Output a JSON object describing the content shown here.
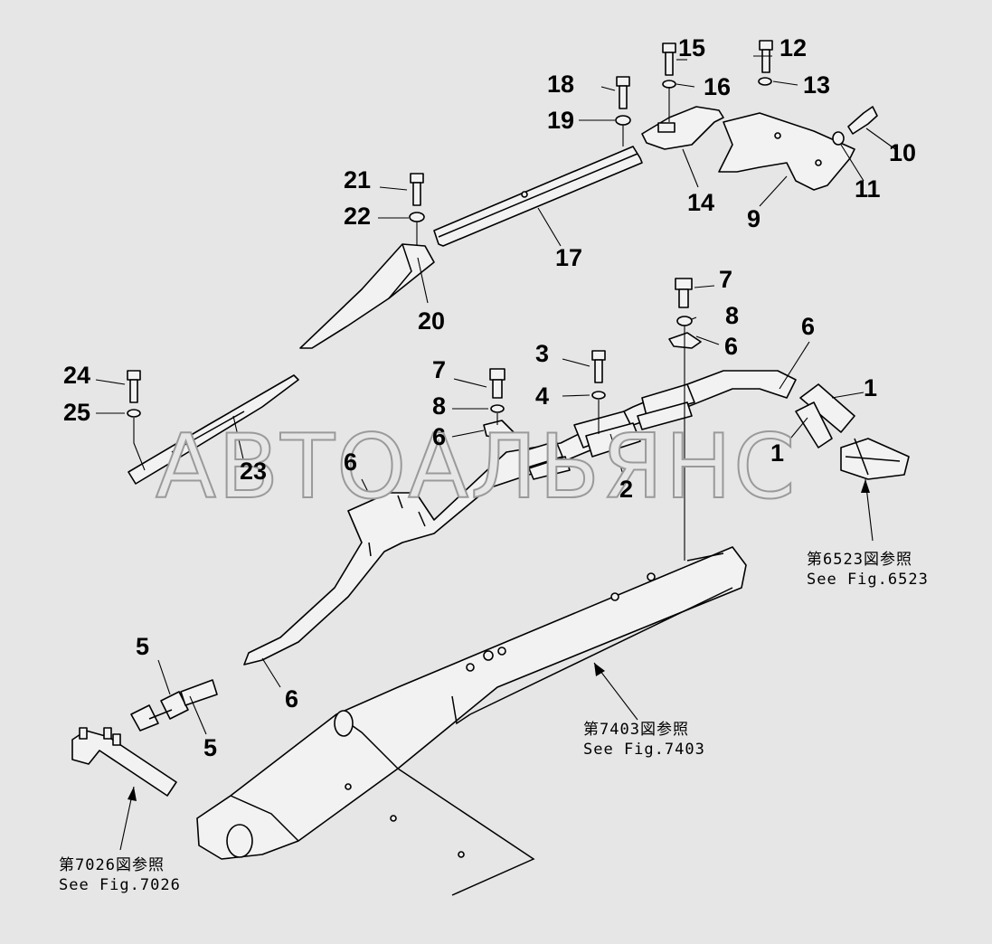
{
  "watermark": "АВТОАЛЬЯНС",
  "callouts": [
    "1",
    "1",
    "2",
    "3",
    "4",
    "5",
    "5",
    "6",
    "6",
    "6",
    "6",
    "6",
    "7",
    "7",
    "8",
    "8",
    "9",
    "10",
    "11",
    "12",
    "13",
    "14",
    "15",
    "16",
    "17",
    "18",
    "19",
    "20",
    "21",
    "22",
    "23",
    "24",
    "25"
  ],
  "references": {
    "fig6523": {
      "jp": "第6523図参照",
      "en": "See Fig.6523"
    },
    "fig7403": {
      "jp": "第7403図参照",
      "en": "See Fig.7403"
    },
    "fig7026": {
      "jp": "第7026図参照",
      "en": "See Fig.7026"
    }
  },
  "colors": {
    "background": "#e6e6e6",
    "ink": "#000000",
    "watermark": "#9a9a9a"
  }
}
